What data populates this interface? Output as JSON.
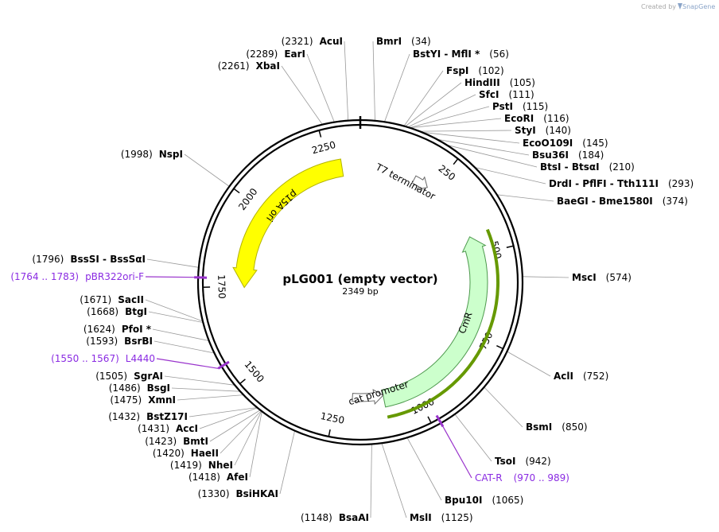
{
  "branding": {
    "created_by": "Created by",
    "app_name": "SnapGene"
  },
  "plasmid": {
    "name": "pLG001 (empty vector)",
    "size_label": "2349 bp",
    "length": 2349
  },
  "ticks": [
    {
      "bp": 250,
      "label": "250"
    },
    {
      "bp": 500,
      "label": "500"
    },
    {
      "bp": 750,
      "label": "750"
    },
    {
      "bp": 1000,
      "label": "1000"
    },
    {
      "bp": 1250,
      "label": "1250"
    },
    {
      "bp": 1500,
      "label": "1500"
    },
    {
      "bp": 1750,
      "label": "1750"
    },
    {
      "bp": 2000,
      "label": "2000"
    },
    {
      "bp": 2250,
      "label": "2250"
    }
  ],
  "features": [
    {
      "name": "p15A ori",
      "start": 1745,
      "end": 2290,
      "direction": "reverse",
      "color": "#ffff00",
      "stroke": "#b3b300"
    },
    {
      "name": "CmR",
      "start": 440,
      "end": 1100,
      "direction": "reverse",
      "color": "#ccffcc",
      "stroke": "#4d994d"
    },
    {
      "name": "cat promoter",
      "start": 1100,
      "end": 1200,
      "direction": "reverse",
      "color": "#ffffff",
      "stroke": "#666666"
    },
    {
      "name": "T7 terminator",
      "start": 180,
      "end": 230,
      "direction": "forward",
      "color": "#ffffff",
      "stroke": "#666666"
    }
  ],
  "orf": {
    "start": 440,
    "end": 1100,
    "color": "#669900"
  },
  "sites": [
    {
      "name": "AcuI",
      "pos": "(2321)"
    },
    {
      "name": "EarI",
      "pos": "(2289)"
    },
    {
      "name": "XbaI",
      "pos": "(2261)"
    },
    {
      "name": "BmrI",
      "pos": "(34)"
    },
    {
      "name": "BstYI  - MflI *",
      "pos": "(56)"
    },
    {
      "name": "FspI",
      "pos": "(102)"
    },
    {
      "name": "HindIII",
      "pos": "(105)"
    },
    {
      "name": "SfcI",
      "pos": "(111)"
    },
    {
      "name": "PstI",
      "pos": "(115)"
    },
    {
      "name": "EcoRI",
      "pos": "(116)"
    },
    {
      "name": "StyI",
      "pos": "(140)"
    },
    {
      "name": "EcoO109I",
      "pos": "(145)"
    },
    {
      "name": "Bsu36I",
      "pos": "(184)"
    },
    {
      "name": "BtsI  - BtsαI",
      "pos": "(210)"
    },
    {
      "name": "DrdI  - PflFI  - Tth111I",
      "pos": "(293)"
    },
    {
      "name": "BaeGI  - Bme1580I",
      "pos": "(374)"
    },
    {
      "name": "MscI",
      "pos": "(574)"
    },
    {
      "name": "AclI",
      "pos": "(752)"
    },
    {
      "name": "BsmI",
      "pos": "(850)"
    },
    {
      "name": "TsoI",
      "pos": "(942)"
    },
    {
      "name": "Bpu10I",
      "pos": "(1065)"
    },
    {
      "name": "MslI",
      "pos": "(1125)"
    },
    {
      "name": "BsaAI",
      "pos": "(1148)"
    },
    {
      "name": "BsiHKAI",
      "pos": "(1330)"
    },
    {
      "name": "AfeI",
      "pos": "(1418)"
    },
    {
      "name": "NheI",
      "pos": "(1419)"
    },
    {
      "name": "HaeII",
      "pos": "(1420)"
    },
    {
      "name": "BmtI",
      "pos": "(1423)"
    },
    {
      "name": "AccI",
      "pos": "(1431)"
    },
    {
      "name": "BstZ17I",
      "pos": "(1432)"
    },
    {
      "name": "XmnI",
      "pos": "(1475)"
    },
    {
      "name": "BsgI",
      "pos": "(1486)"
    },
    {
      "name": "SgrAI",
      "pos": "(1505)"
    },
    {
      "name": "BsrBI",
      "pos": "(1593)"
    },
    {
      "name": "PfoI *",
      "pos": "(1624)"
    },
    {
      "name": "BtgI",
      "pos": "(1668)"
    },
    {
      "name": "SacII",
      "pos": "(1671)"
    },
    {
      "name": "BssSI  - BssSαI",
      "pos": "(1796)"
    },
    {
      "name": "NspI",
      "pos": "(1998)"
    }
  ],
  "primers": [
    {
      "name": "pBR322ori-F",
      "pos": "(1764 .. 1783)",
      "color": "#9933cc"
    },
    {
      "name": "L4440",
      "pos": "(1550 .. 1567)",
      "color": "#9933cc"
    },
    {
      "name": "CAT-R",
      "pos": "(970 .. 989)",
      "color": "#9933cc"
    }
  ]
}
